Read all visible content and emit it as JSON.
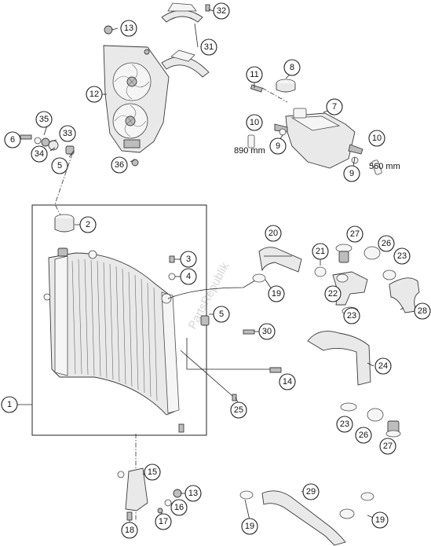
{
  "watermark": "PartsRepublik",
  "dimensions": {
    "hose_left": "890 mm",
    "hose_right": "560 mm"
  },
  "callouts": [
    {
      "id": "c1",
      "label": "1"
    },
    {
      "id": "c2",
      "label": "2"
    },
    {
      "id": "c3",
      "label": "3"
    },
    {
      "id": "c4",
      "label": "4"
    },
    {
      "id": "c5a",
      "label": "5"
    },
    {
      "id": "c5b",
      "label": "5"
    },
    {
      "id": "c6",
      "label": "6"
    },
    {
      "id": "c7",
      "label": "7"
    },
    {
      "id": "c8",
      "label": "8"
    },
    {
      "id": "c9a",
      "label": "9"
    },
    {
      "id": "c9b",
      "label": "9"
    },
    {
      "id": "c10a",
      "label": "10"
    },
    {
      "id": "c10b",
      "label": "10"
    },
    {
      "id": "c11",
      "label": "11"
    },
    {
      "id": "c12",
      "label": "12"
    },
    {
      "id": "c13a",
      "label": "13"
    },
    {
      "id": "c13b",
      "label": "13"
    },
    {
      "id": "c14",
      "label": "14"
    },
    {
      "id": "c15",
      "label": "15"
    },
    {
      "id": "c16",
      "label": "16"
    },
    {
      "id": "c17",
      "label": "17"
    },
    {
      "id": "c18",
      "label": "18"
    },
    {
      "id": "c19a",
      "label": "19"
    },
    {
      "id": "c19b",
      "label": "19"
    },
    {
      "id": "c19c",
      "label": "19"
    },
    {
      "id": "c20",
      "label": "20"
    },
    {
      "id": "c21",
      "label": "21"
    },
    {
      "id": "c22",
      "label": "22"
    },
    {
      "id": "c23a",
      "label": "23"
    },
    {
      "id": "c23b",
      "label": "23"
    },
    {
      "id": "c23c",
      "label": "23"
    },
    {
      "id": "c24",
      "label": "24"
    },
    {
      "id": "c25",
      "label": "25"
    },
    {
      "id": "c26a",
      "label": "26"
    },
    {
      "id": "c26b",
      "label": "26"
    },
    {
      "id": "c27a",
      "label": "27"
    },
    {
      "id": "c27b",
      "label": "27"
    },
    {
      "id": "c28",
      "label": "28"
    },
    {
      "id": "c29",
      "label": "29"
    },
    {
      "id": "c30",
      "label": "30"
    },
    {
      "id": "c31",
      "label": "31"
    },
    {
      "id": "c32",
      "label": "32"
    },
    {
      "id": "c33",
      "label": "33"
    },
    {
      "id": "c34",
      "label": "34"
    },
    {
      "id": "c35",
      "label": "35"
    },
    {
      "id": "c36",
      "label": "36"
    }
  ]
}
